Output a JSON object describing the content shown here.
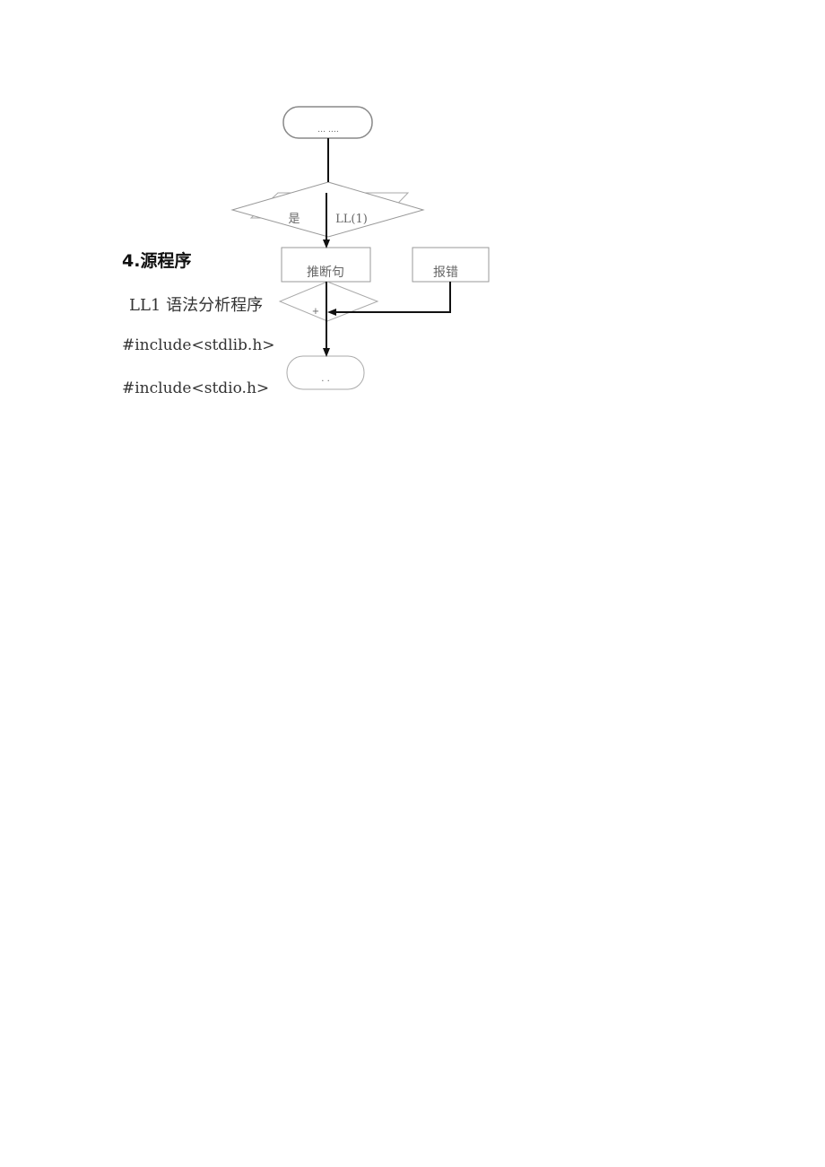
{
  "flowchart": {
    "start_label": "… .…",
    "decision_label": "是 LL(1)",
    "decision_label_parts": [
      "是",
      "LL(1)"
    ],
    "process_label": "推断句",
    "error_label": "报错",
    "merge_label": "+",
    "end_label": ". ."
  },
  "section": {
    "heading": "4.源程序",
    "subtitle": "LL1 语法分析程序"
  },
  "code_lines": [
    "#include<stdlib.h>",
    "#include<stdio.h>"
  ]
}
